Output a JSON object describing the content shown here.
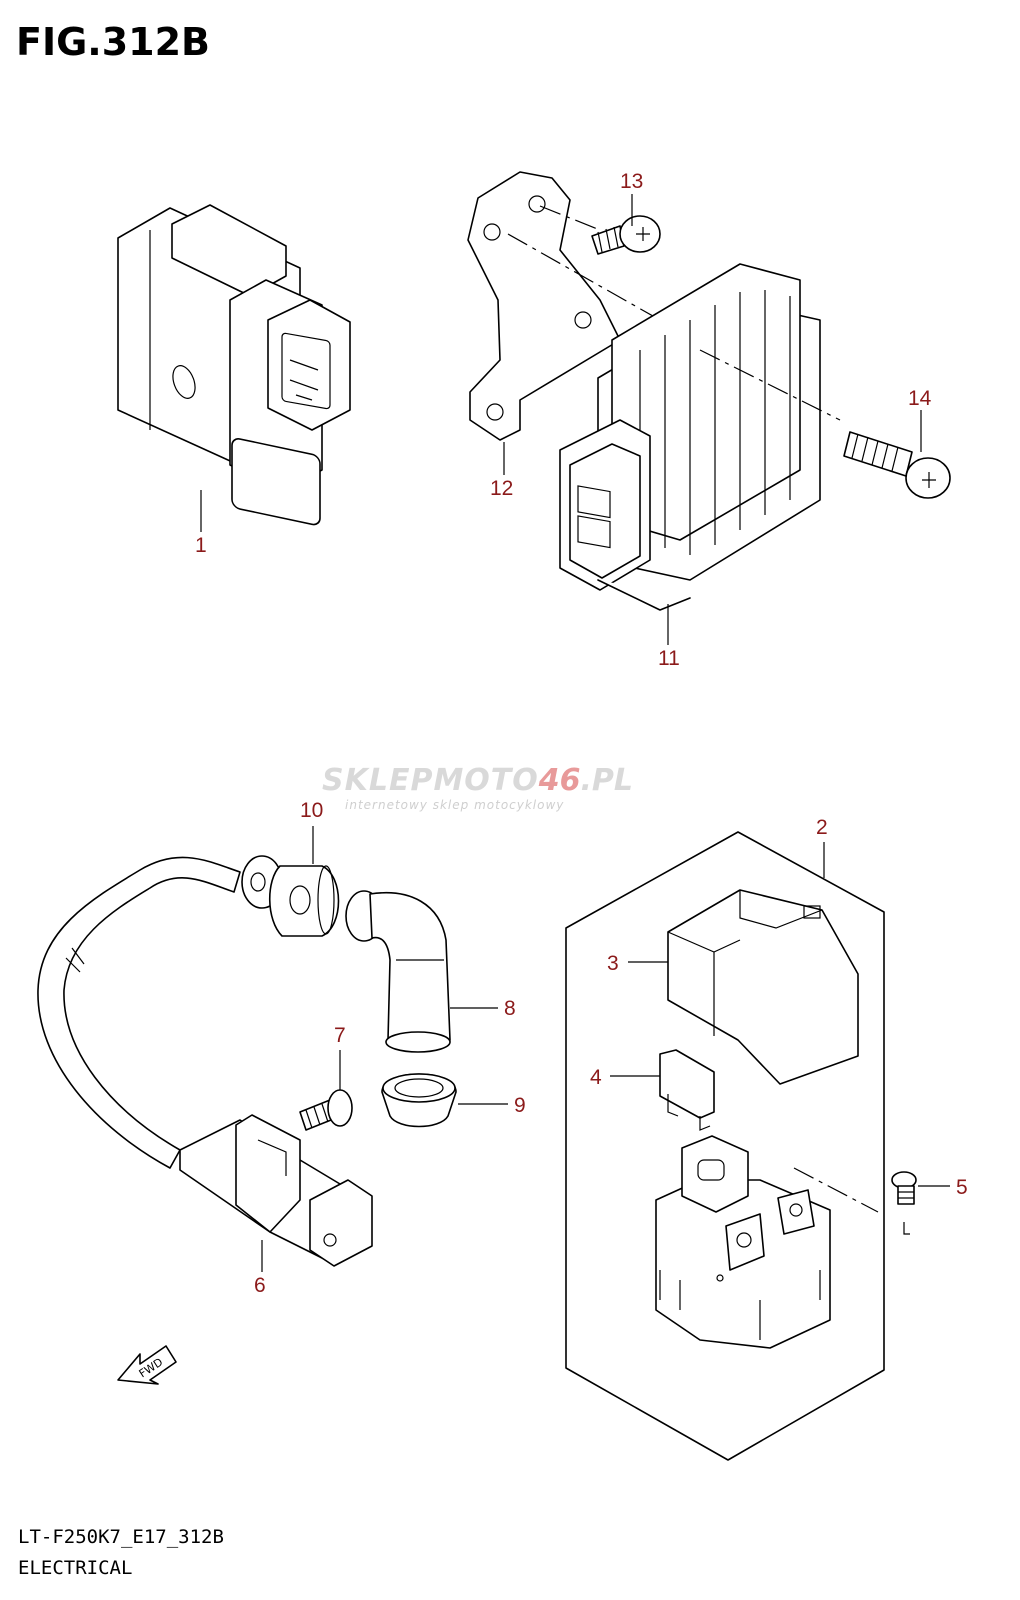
{
  "figure": {
    "title": "FIG.312B",
    "code": "LT-F250K7_E17_312B",
    "caption": "ELECTRICAL"
  },
  "watermark": {
    "brand_gray": "SKLEPMOTO",
    "brand_red": "46",
    "brand_suffix": ".PL",
    "tagline": "internetowy sklep motocyklowy"
  },
  "direction_arrow": {
    "label": "FWD"
  },
  "callouts": {
    "c1": "1",
    "c2": "2",
    "c3": "3",
    "c4": "4",
    "c5": "5",
    "c6": "6",
    "c7": "7",
    "c8": "8",
    "c9": "9",
    "c10": "10",
    "c11": "11",
    "c12": "12",
    "c13": "13",
    "c14": "14"
  },
  "colors": {
    "callout": "#8b1a1a",
    "watermark_red": "#e06060",
    "watermark_gray": "#d9d9d9",
    "line": "#000000"
  }
}
